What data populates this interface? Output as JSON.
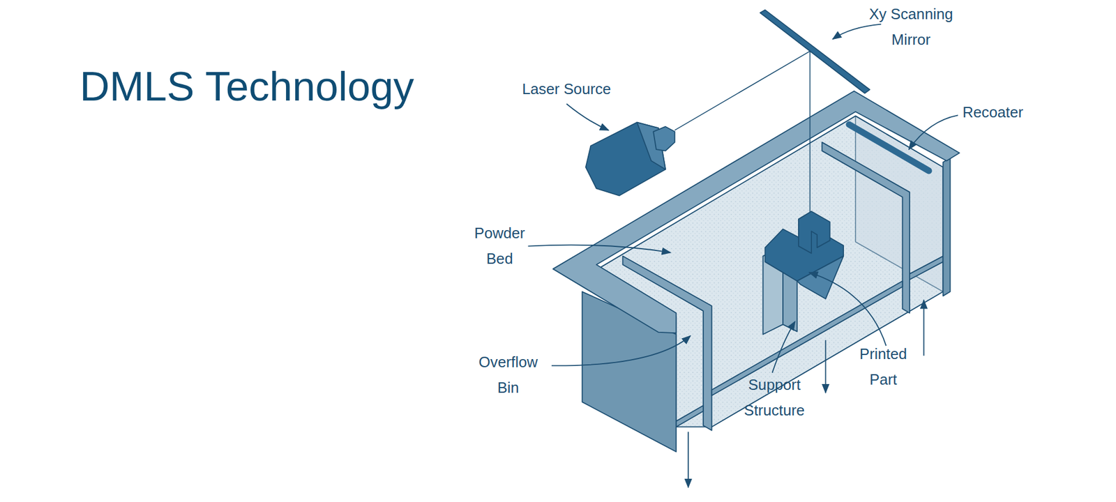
{
  "diagram": {
    "title": "DMLS Technology",
    "labels": [
      "Xy Scanning Mirror",
      "Laser Source",
      "Recoater",
      "Powder Bed",
      "Printed Part",
      "Overflow Bin",
      "Support Structure"
    ]
  }
}
